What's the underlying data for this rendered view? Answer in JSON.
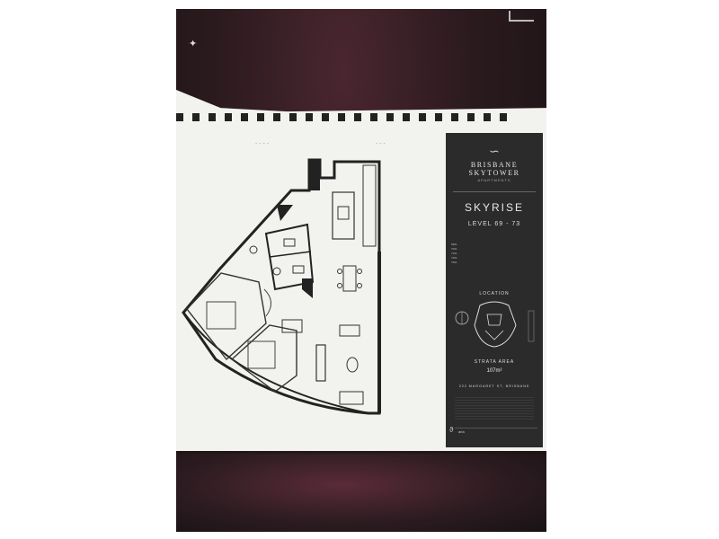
{
  "document": {
    "brand_name": "BRISBANE SKYTOWER",
    "brand_subline": "APARTMENTS",
    "product_title": "SKYRISE",
    "levels": "LEVEL 69 - 73",
    "location_label": "LOCATION",
    "strata_area_label": "STRATA AREA",
    "strata_area_value": "107m²",
    "address": "222 MARGARET ST, BRISBANE",
    "developer": "aria",
    "unit_codes": [
      "6901",
      "7001",
      "7101",
      "7201",
      "7301"
    ]
  },
  "icons": {
    "brand_logo": "skytower-swirl-icon",
    "developer_logo": "developer-logo-icon"
  },
  "colors": {
    "panel": "#2b2b2b",
    "paper": "#f2f2ee",
    "background": "#241619"
  }
}
